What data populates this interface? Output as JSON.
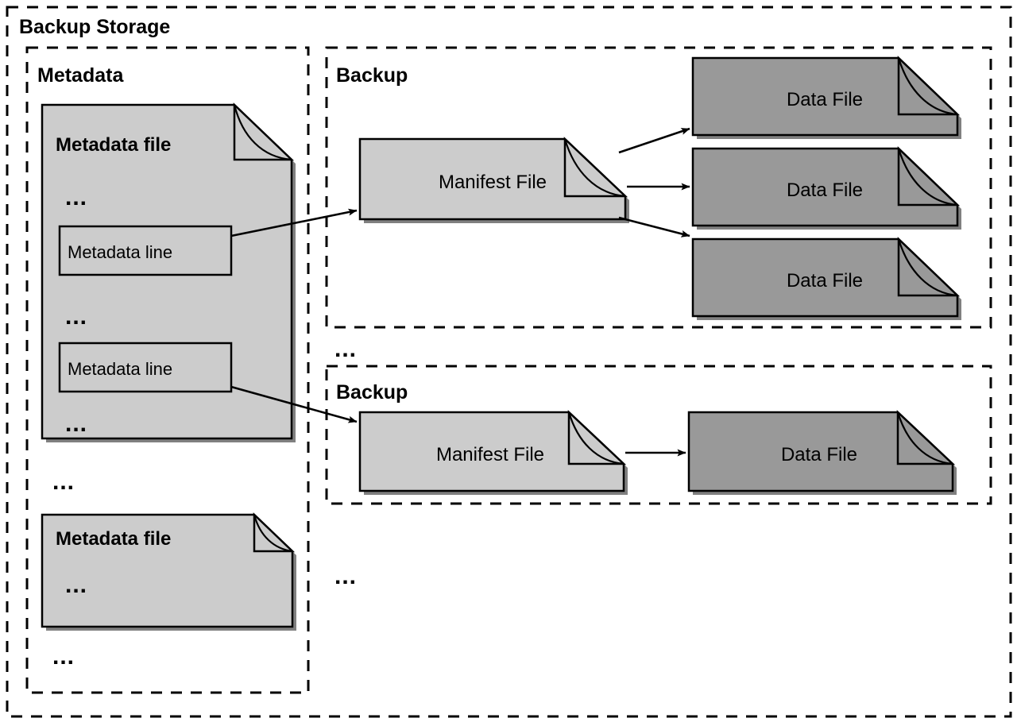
{
  "diagram": {
    "title": "Backup Storage",
    "colors": {
      "light_fill": "#cccccc",
      "dark_fill": "#999999",
      "stroke": "#000000",
      "background": "#ffffff",
      "shadow": "#808080"
    },
    "outer_container": {
      "label": "Backup Storage"
    },
    "metadata_container": {
      "label": "Metadata",
      "files": [
        {
          "name": "metadata-file-1",
          "title": "Metadata file",
          "ellipsis_top": "...",
          "lines": [
            {
              "label": "Metadata line"
            },
            {
              "label": "Metadata line"
            }
          ],
          "ellipsis_middle": "...",
          "ellipsis_bottom": "..."
        },
        {
          "name": "metadata-file-2",
          "title": "Metadata file",
          "ellipsis_top": "..."
        }
      ],
      "ellipsis_between_files": "...",
      "ellipsis_after_files": "..."
    },
    "backups": [
      {
        "label": "Backup",
        "manifest": {
          "label": "Manifest File"
        },
        "data_files": [
          {
            "label": "Data File"
          },
          {
            "label": "Data File"
          },
          {
            "label": "Data File"
          }
        ]
      },
      {
        "label": "Backup",
        "manifest": {
          "label": "Manifest File"
        },
        "data_files": [
          {
            "label": "Data File"
          }
        ]
      }
    ],
    "ellipsis_between_backups": "...",
    "ellipsis_after_backups": "...",
    "arrows": [
      {
        "name": "metadata-line-1-to-manifest-1"
      },
      {
        "name": "metadata-line-2-to-manifest-2"
      },
      {
        "name": "manifest-1-to-data-file-1"
      },
      {
        "name": "manifest-1-to-data-file-2"
      },
      {
        "name": "manifest-1-to-data-file-3"
      },
      {
        "name": "manifest-2-to-data-file-1"
      }
    ]
  }
}
